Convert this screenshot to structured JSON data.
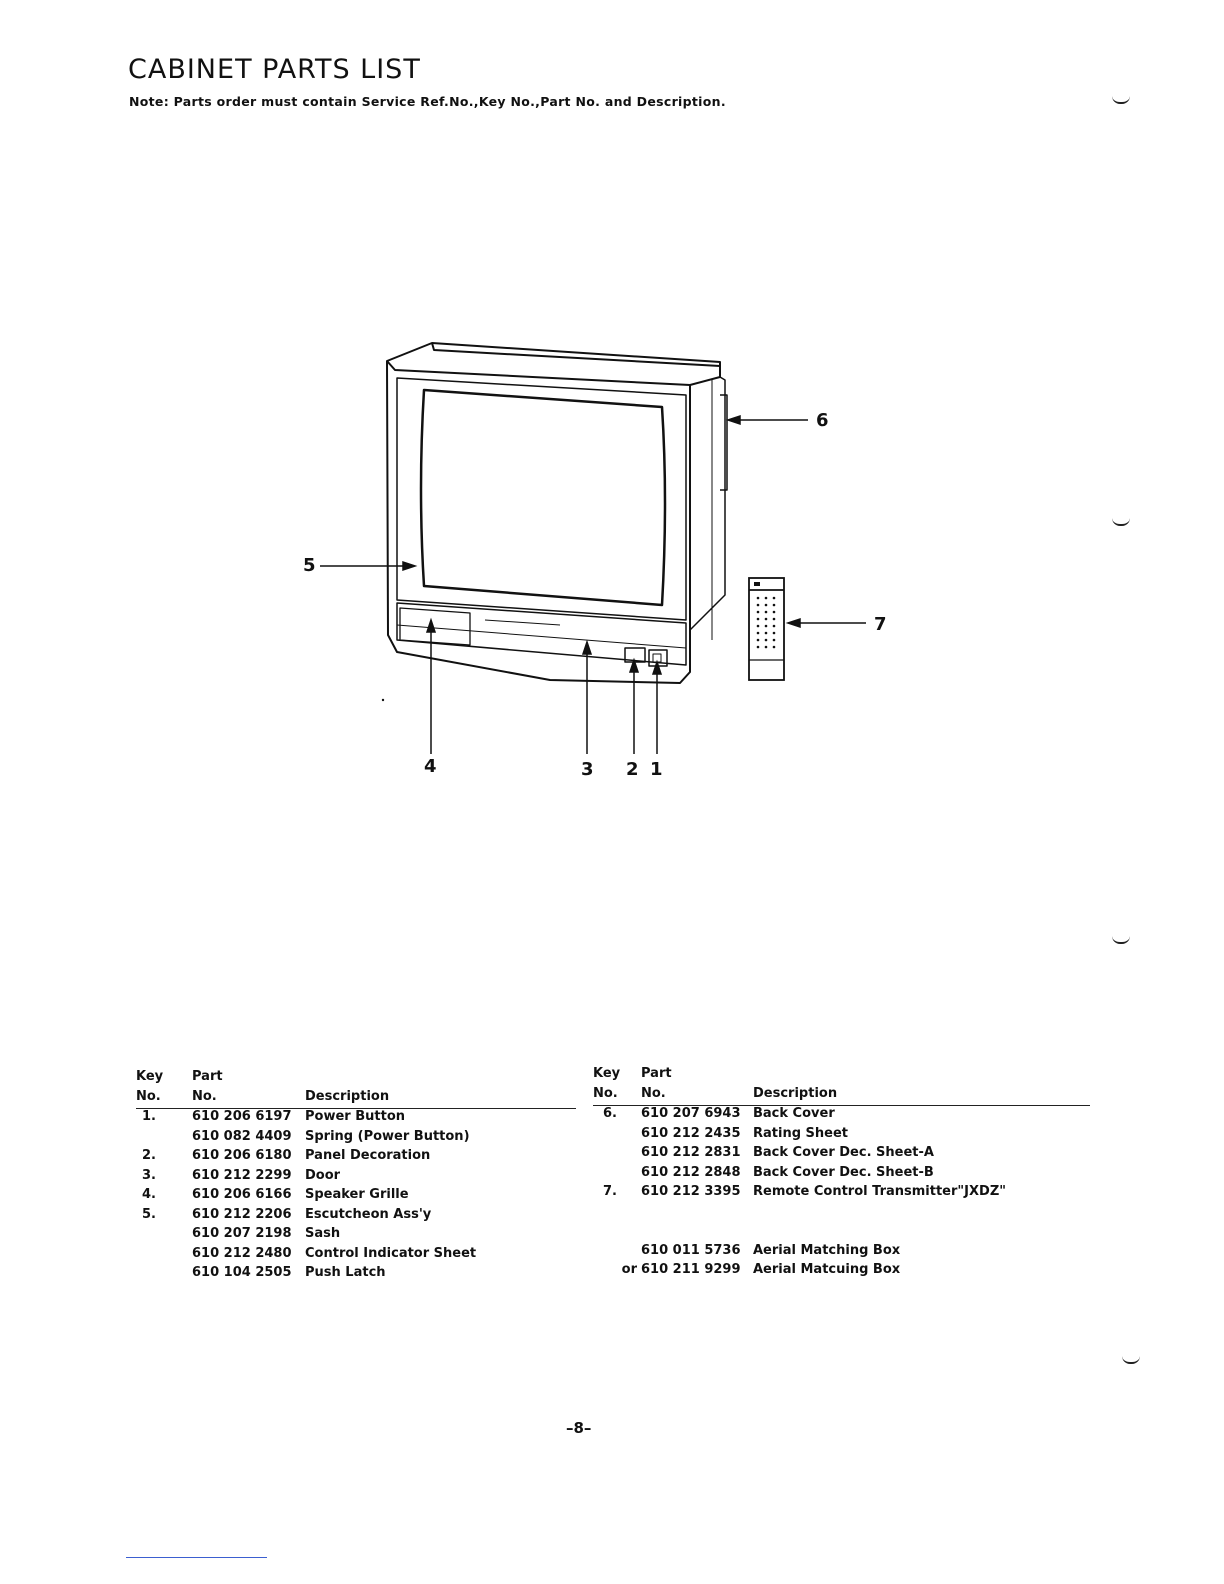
{
  "page": {
    "title": "CABINET PARTS LIST",
    "note": "Note: Parts order must contain Service Ref.No.,Key No.,Part No. and Description.",
    "page_number": "–8–"
  },
  "diagram": {
    "callouts": [
      "1",
      "2",
      "3",
      "4",
      "5",
      "6",
      "7"
    ]
  },
  "table_left": {
    "headers": {
      "key_top": "Key",
      "key_bottom": "No.",
      "part_top": "Part",
      "part_bottom": "No.",
      "desc": "Description"
    },
    "rows": [
      {
        "key": "1.",
        "part": "610 206 6197",
        "desc": "Power Button"
      },
      {
        "key": "",
        "part": "610 082 4409",
        "desc": "Spring (Power Button)"
      },
      {
        "key": "2.",
        "part": "610 206 6180",
        "desc": "Panel Decoration"
      },
      {
        "key": "3.",
        "part": "610 212 2299",
        "desc": "Door"
      },
      {
        "key": "4.",
        "part": "610 206 6166",
        "desc": "Speaker Grille"
      },
      {
        "key": "5.",
        "part": "610 212 2206",
        "desc": "Escutcheon Ass'y"
      },
      {
        "key": "",
        "part": "610 207 2198",
        "desc": "Sash"
      },
      {
        "key": "",
        "part": "610 212 2480",
        "desc": "Control Indicator Sheet"
      },
      {
        "key": "",
        "part": "610 104 2505",
        "desc": "Push Latch"
      }
    ]
  },
  "table_right": {
    "headers": {
      "key_top": "Key",
      "key_bottom": "No.",
      "part_top": "Part",
      "part_bottom": "No.",
      "desc": "Description"
    },
    "rows": [
      {
        "key": "6.",
        "part": "610 207 6943",
        "desc": "Back Cover"
      },
      {
        "key": "",
        "part": "610 212 2435",
        "desc": "Rating Sheet"
      },
      {
        "key": "",
        "part": "610 212 2831",
        "desc": "Back Cover Dec. Sheet-A"
      },
      {
        "key": "",
        "part": "610 212 2848",
        "desc": "Back Cover Dec. Sheet-B"
      },
      {
        "key": "7.",
        "part": "610 212 3395",
        "desc": "Remote Control Transmitter\"JXDZ\""
      },
      {
        "key": "",
        "part": "",
        "desc": ""
      },
      {
        "key": "",
        "part": "",
        "desc": ""
      },
      {
        "key": "",
        "part": "610 011 5736",
        "desc": "Aerial Matching Box"
      },
      {
        "key": "or",
        "part": "610 211 9299",
        "desc": "Aerial Matcuing Box"
      }
    ]
  }
}
